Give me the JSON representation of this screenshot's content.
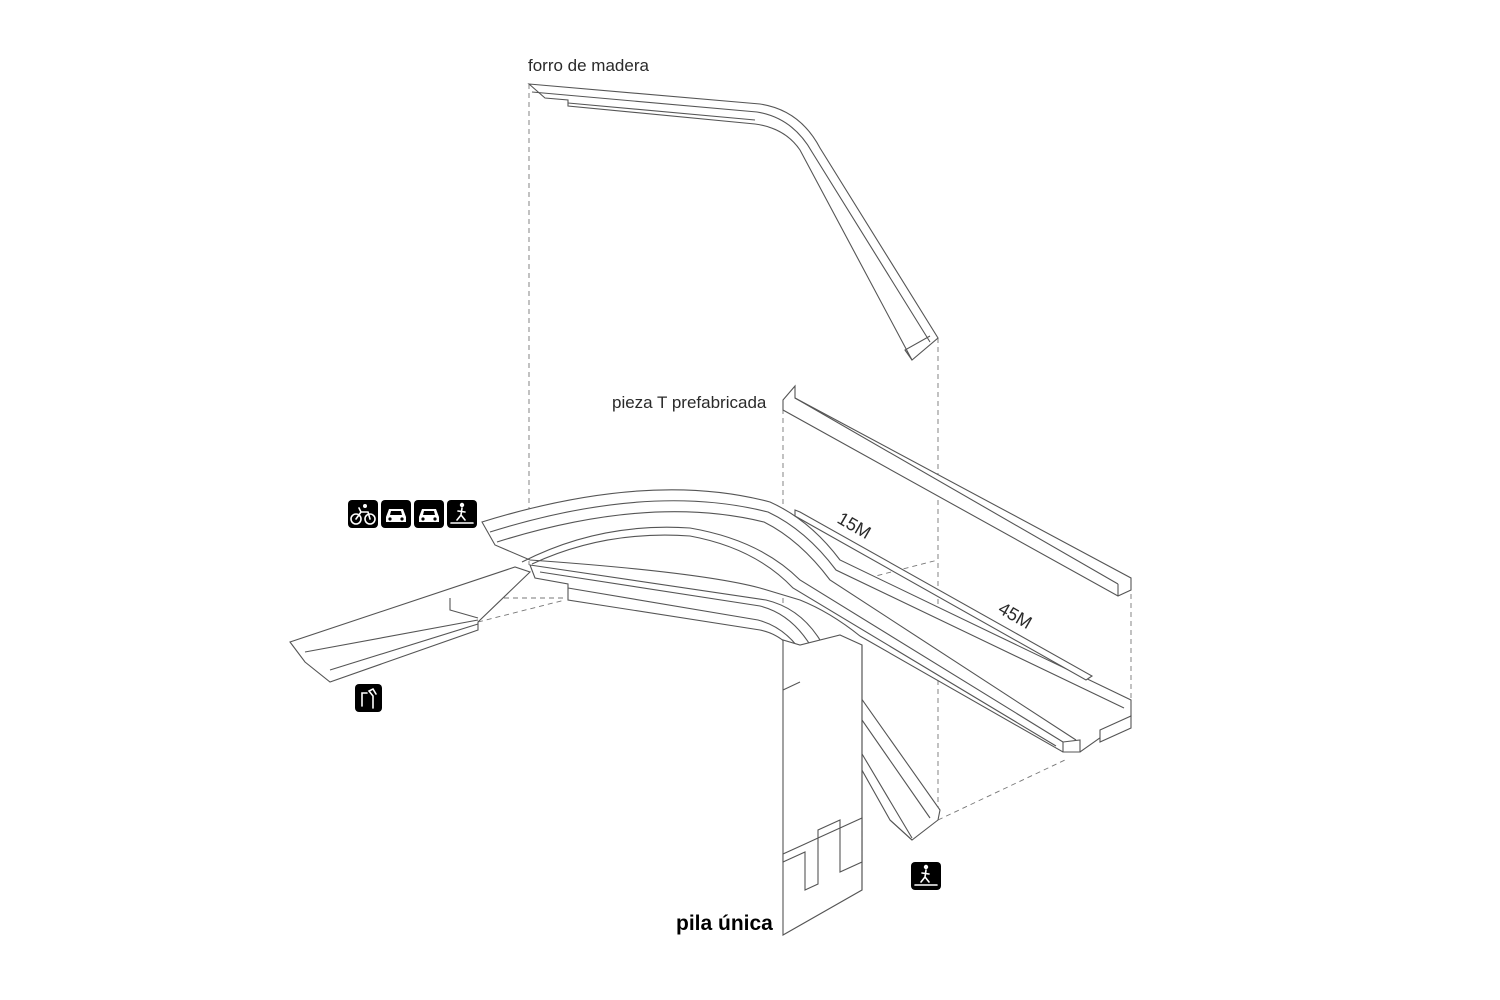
{
  "labels": {
    "wood_lining": "forro de madera",
    "precast_t": "pieza T prefabricada",
    "single_pier": "pila única",
    "dim_15": "15M",
    "dim_45": "45M"
  },
  "icons": {
    "traffic_group": [
      "bicycle-icon",
      "car-icon",
      "car-icon",
      "pedestrian-icon"
    ],
    "lower_left": "turn-sign-icon",
    "lower_right": "pedestrian-icon"
  },
  "colors": {
    "line": "#555555",
    "icon_background": "#000000",
    "text": "#2a2a2a"
  }
}
